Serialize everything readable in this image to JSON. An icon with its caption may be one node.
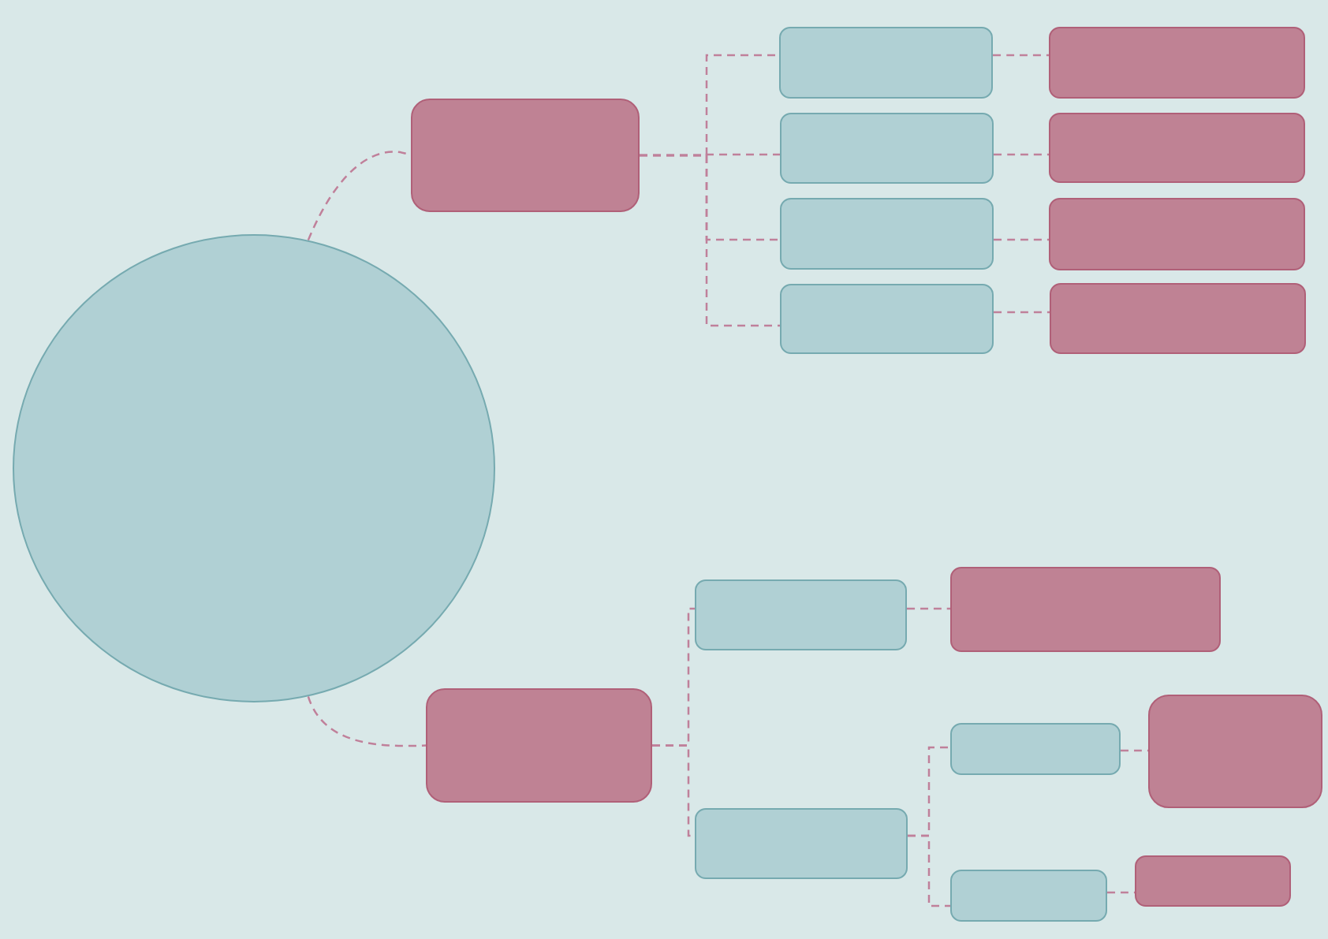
{
  "diagram": {
    "nodes": [
      {
        "text": [],
        "shape": "circle"
      },
      {
        "text": [],
        "shape": "box"
      },
      {
        "text": [],
        "shape": "box"
      },
      {
        "text": [],
        "shape": "box"
      },
      {
        "text": [],
        "shape": "box"
      },
      {
        "text": [],
        "shape": "box"
      },
      {
        "text": [],
        "shape": "box"
      },
      {
        "text": [],
        "shape": "box"
      },
      {
        "text": [],
        "shape": "box"
      },
      {
        "text": [],
        "shape": "box"
      },
      {
        "text": [],
        "shape": "box"
      },
      {
        "text": [],
        "shape": "box"
      },
      {
        "text": [],
        "shape": "box"
      },
      {
        "text": [],
        "shape": "box"
      },
      {
        "text": [],
        "shape": "box"
      },
      {
        "text": [],
        "shape": "box"
      },
      {
        "text": [],
        "shape": "box"
      },
      {
        "text": [],
        "shape": "box"
      }
    ],
    "edges": [
      {
        "from": 0,
        "to": 1,
        "arrow": "none",
        "style": "dashed"
      },
      {
        "from": 1,
        "to": 2,
        "arrow": "none",
        "style": "dashed"
      },
      {
        "from": 1,
        "to": 3,
        "arrow": "none",
        "style": "dashed"
      },
      {
        "from": 1,
        "to": 4,
        "arrow": "none",
        "style": "dashed"
      },
      {
        "from": 1,
        "to": 5,
        "arrow": "none",
        "style": "dashed"
      },
      {
        "from": 2,
        "to": 6,
        "arrow": "none",
        "style": "dashed"
      },
      {
        "from": 3,
        "to": 7,
        "arrow": "none",
        "style": "dashed"
      },
      {
        "from": 4,
        "to": 8,
        "arrow": "none",
        "style": "dashed"
      },
      {
        "from": 5,
        "to": 9,
        "arrow": "none",
        "style": "dashed"
      },
      {
        "from": 0,
        "to": 10,
        "arrow": "none",
        "style": "dashed"
      },
      {
        "from": 10,
        "to": 11,
        "arrow": "none",
        "style": "dashed"
      },
      {
        "from": 10,
        "to": 13,
        "arrow": "none",
        "style": "dashed"
      },
      {
        "from": 11,
        "to": 12,
        "arrow": "none",
        "style": "dashed"
      },
      {
        "from": 13,
        "to": 14,
        "arrow": "none",
        "style": "dashed"
      },
      {
        "from": 13,
        "to": 16,
        "arrow": "none",
        "style": "dashed"
      },
      {
        "from": 14,
        "to": 15,
        "arrow": "none",
        "style": "dashed"
      },
      {
        "from": 16,
        "to": 17,
        "arrow": "none",
        "style": "dashed"
      }
    ]
  }
}
